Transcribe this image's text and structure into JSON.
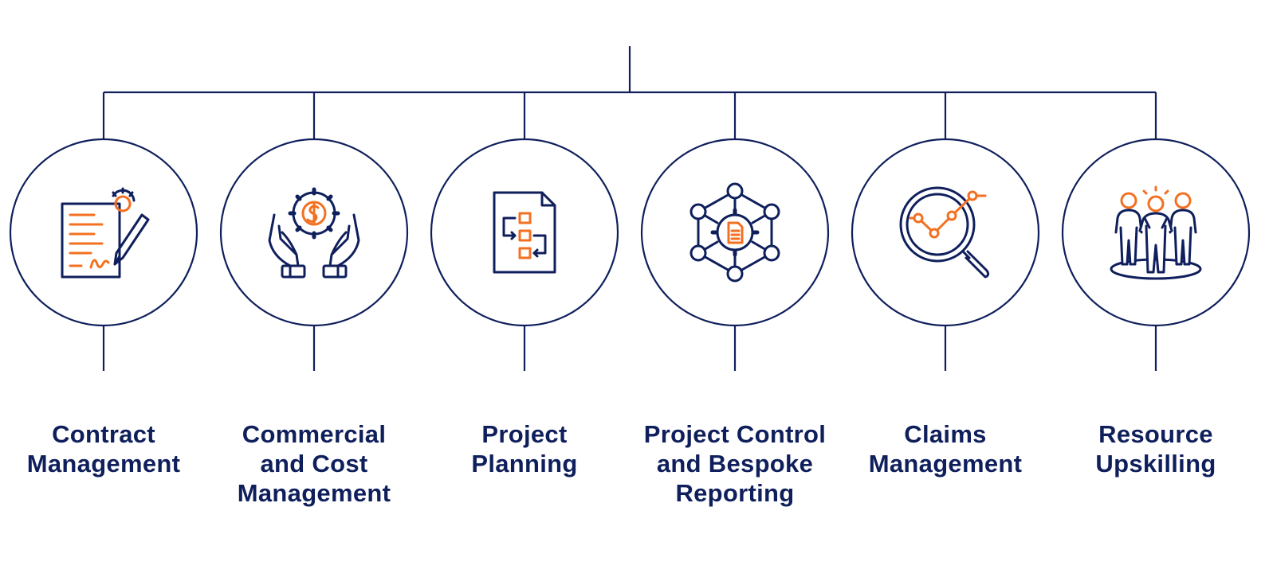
{
  "colors": {
    "navy": "#0f1f5c",
    "orange": "#f37021",
    "background": "#ffffff"
  },
  "services": [
    {
      "id": "contract",
      "icon": "contract-signature-icon",
      "label_lines": [
        "Contract",
        "Management"
      ]
    },
    {
      "id": "commercial",
      "icon": "hands-gear-dollar-icon",
      "label_lines": [
        "Commercial",
        "and Cost",
        "Management"
      ]
    },
    {
      "id": "planning",
      "icon": "flowchart-document-icon",
      "label_lines": [
        "Project",
        "Planning"
      ]
    },
    {
      "id": "control",
      "icon": "network-gear-document-icon",
      "label_lines": [
        "Project Control",
        "and Bespoke",
        "Reporting"
      ]
    },
    {
      "id": "claims",
      "icon": "magnifier-chart-icon",
      "label_lines": [
        "Claims",
        "Management"
      ]
    },
    {
      "id": "upskilling",
      "icon": "team-people-icon",
      "label_lines": [
        "Resource",
        "Upskilling"
      ]
    }
  ]
}
